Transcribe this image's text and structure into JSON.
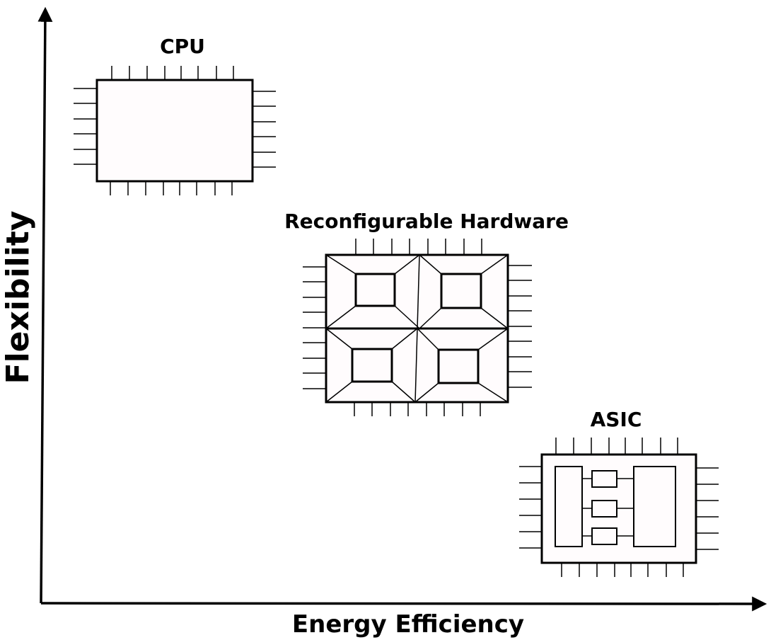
{
  "axes": {
    "x_label": "Energy Efficiency",
    "y_label": "Flexibility"
  },
  "chips": {
    "cpu": {
      "label": "CPU"
    },
    "reconfigurable": {
      "label": "Reconfigurable Hardware"
    },
    "asic": {
      "label": "ASIC"
    }
  },
  "colors": {
    "stroke": "#000000",
    "chip_fill": "#fffcfd",
    "background": "#ffffff"
  }
}
